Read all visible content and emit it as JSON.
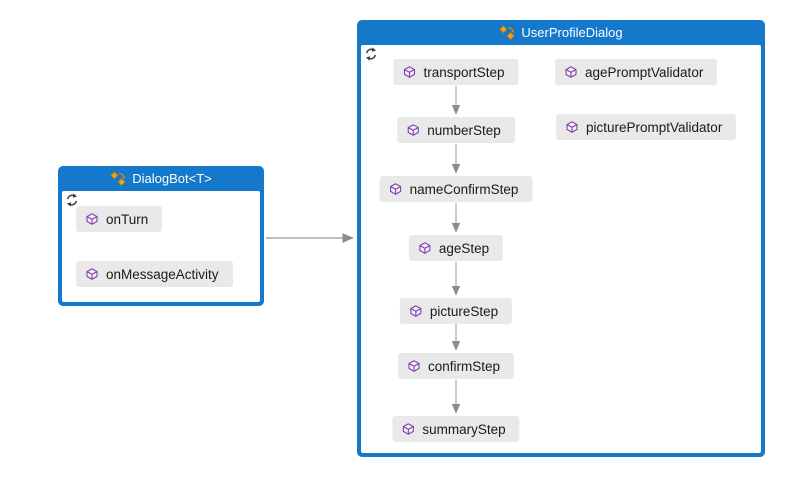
{
  "diagram": {
    "left_group": {
      "title": "DialogBot<T>",
      "nodes": [
        {
          "label": "onTurn"
        },
        {
          "label": "onMessageActivity"
        }
      ]
    },
    "right_group": {
      "title": "UserProfileDialog",
      "chain": [
        {
          "label": "transportStep"
        },
        {
          "label": "numberStep"
        },
        {
          "label": "nameConfirmStep"
        },
        {
          "label": "ageStep"
        },
        {
          "label": "pictureStep"
        },
        {
          "label": "confirmStep"
        },
        {
          "label": "summaryStep"
        }
      ],
      "validators": [
        {
          "label": "agePromptValidator"
        },
        {
          "label": "picturePromptValidator"
        }
      ]
    },
    "edges": [
      {
        "from": "DialogBot<T>",
        "to": "UserProfileDialog"
      }
    ],
    "icons": {
      "header": "class-icon",
      "member": "method-icon",
      "corner": "refresh-icon"
    },
    "colors": {
      "group_blue": "#1478cb",
      "node_bg": "#e9e9e9",
      "node_text": "#1a1a1a",
      "arrow": "#a9a9a9",
      "method_icon_purple": "#8040a8",
      "class_icon_orange": "#e2a232",
      "refresh_icon": "#3f3f3f"
    }
  }
}
